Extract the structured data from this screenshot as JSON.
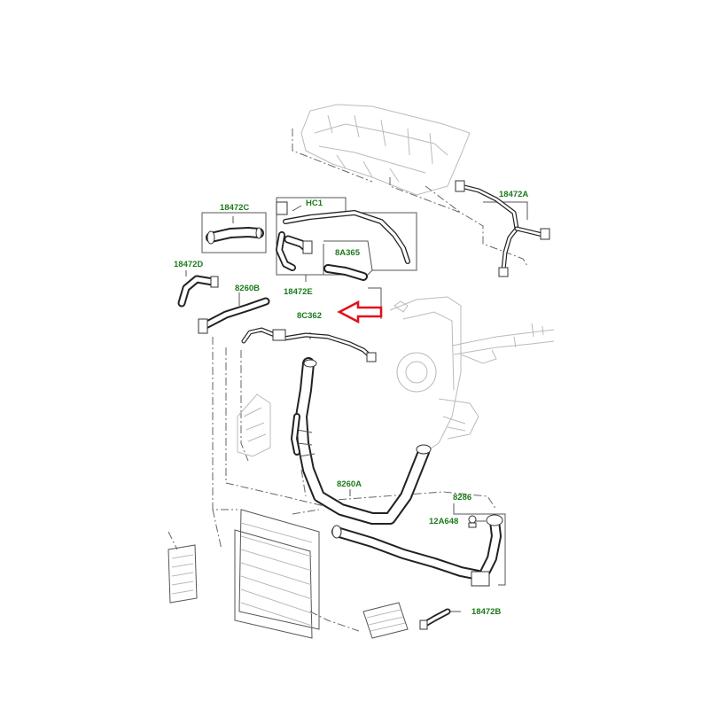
{
  "parts": {
    "p18472A": "18472A",
    "pHC1": "HC1",
    "p18472C": "18472C",
    "p8A365": "8A365",
    "p18472D": "18472D",
    "p8260B": "8260B",
    "p18472E": "18472E",
    "p8C362": "8C362",
    "p8260A": "8260A",
    "p8286": "8286",
    "p12A648": "12A648",
    "p18472B": "18472B"
  },
  "colors": {
    "label": "#1c7a1c",
    "arrow": "#e0121a",
    "line": "#555555"
  },
  "highlight": {
    "icon": "arrow-left-outline-icon",
    "target": "8C362"
  }
}
